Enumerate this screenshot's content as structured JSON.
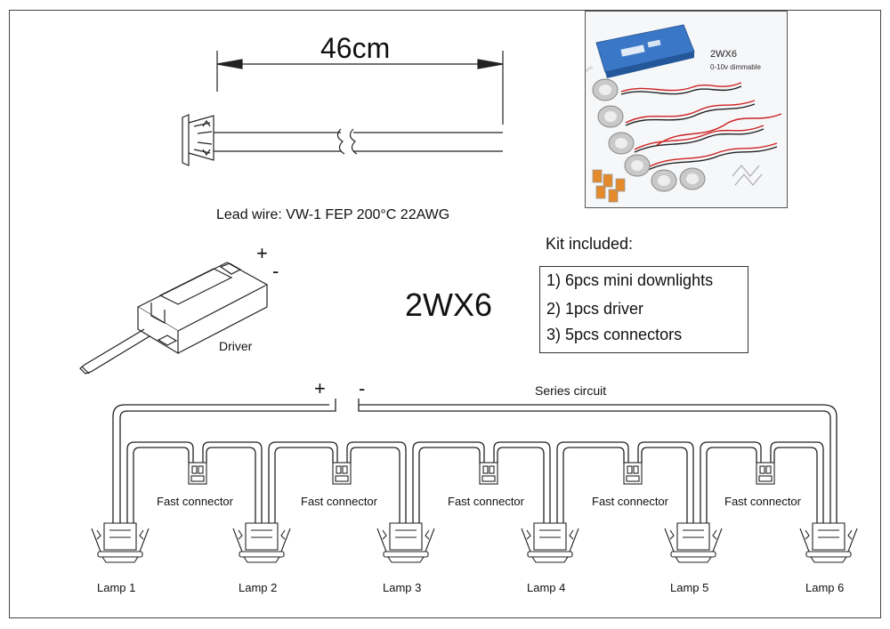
{
  "dimension_label": "46cm",
  "lead_wire_label": "Lead wire: VW-1 FEP 200°C   22AWG",
  "driver": {
    "label": "Driver",
    "plus": "+",
    "minus": "-"
  },
  "model_label": "2WX6",
  "kit": {
    "title": "Kit included:",
    "items": [
      "1) 6pcs mini downlights",
      "2) 1pcs driver",
      "3) 5pcs connectors"
    ]
  },
  "photo": {
    "title": "2WX6",
    "subtitle": "0-10v dimmable"
  },
  "circuit": {
    "plus": "+",
    "minus": "-",
    "label": "Series circuit",
    "connector_label": "Fast connector",
    "lamps": [
      "Lamp 1",
      "Lamp 2",
      "Lamp 3",
      "Lamp 4",
      "Lamp 5",
      "Lamp 6"
    ]
  }
}
